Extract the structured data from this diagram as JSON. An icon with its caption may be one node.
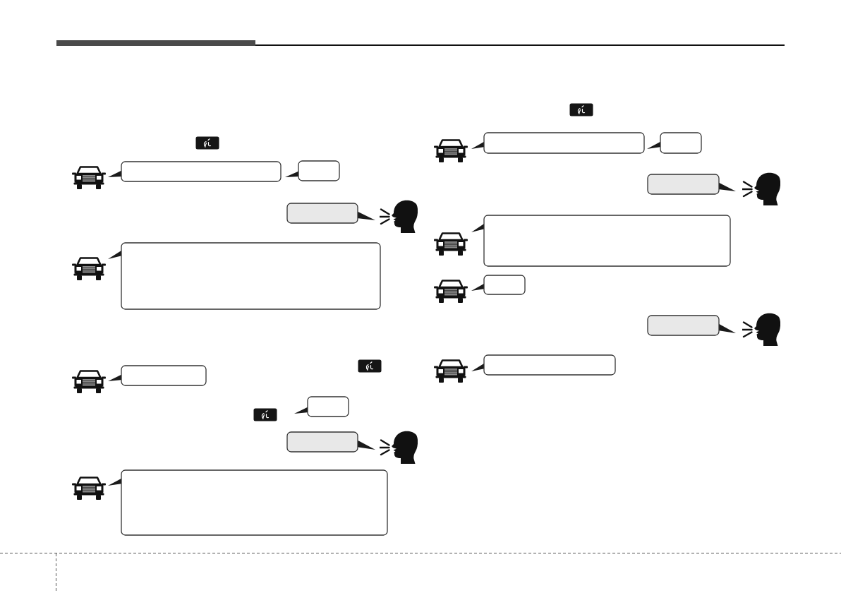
{
  "diagram": {
    "nodes": [
      {
        "text": [],
        "shape": "bubble"
      },
      {
        "text": [],
        "shape": "bubble"
      },
      {
        "text": [],
        "shape": "bubble"
      },
      {
        "text": [],
        "shape": "bubble"
      },
      {
        "text": [],
        "shape": "bubble"
      },
      {
        "text": [],
        "shape": "bubble"
      },
      {
        "text": [],
        "shape": "bubble"
      },
      {
        "text": [],
        "shape": "bubble"
      },
      {
        "text": [],
        "shape": "bubble"
      },
      {
        "text": [],
        "shape": "bubble"
      },
      {
        "text": [],
        "shape": "bubble"
      },
      {
        "text": [],
        "shape": "bubble"
      },
      {
        "text": [],
        "shape": "bubble"
      },
      {
        "text": [],
        "shape": "bubble"
      },
      {
        "text": [],
        "shape": "bubble"
      }
    ]
  }
}
